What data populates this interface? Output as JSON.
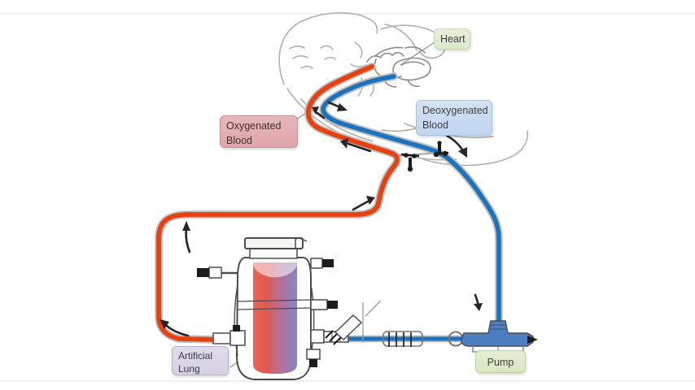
{
  "labels": {
    "heart": "Heart",
    "deoxygenated_blood": "Deoxygenated Blood",
    "oxygenated_blood": "Oxygenated Blood",
    "artificial_lung": "Artificial Lung",
    "pump": "Pump"
  },
  "colors": {
    "oxygenated_tube": "#e8400e",
    "deoxygenated_tube": "#1a73bc",
    "tube_casing": "#bdbdbd",
    "pump_fill": "#4d7ec0",
    "heart_bg": "#dce9ca",
    "deoxygenated_bg": "#c2d6ef",
    "oxygenated_bg": "#dfa6a9",
    "artificial_lung_bg": "#d7d0e4",
    "pump_bg": "#d9e7c3",
    "label_text": "#3d3d3d",
    "sketch_line": "#b5afa8",
    "heart_sketch_line": "#908a83",
    "arrow_color": "#262626",
    "lung_gradient_left": "#ec6255",
    "lung_gradient_right": "#8487c5",
    "device_outline": "#4c4c4c"
  }
}
